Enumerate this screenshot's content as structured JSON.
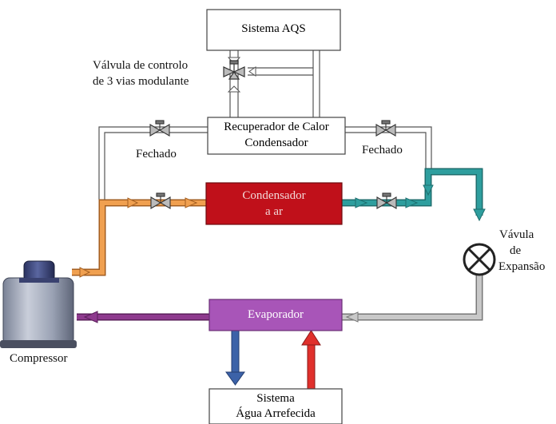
{
  "boxes": {
    "aqs": "Sistema AQS",
    "recuperador_line1": "Recuperador de Calor",
    "recuperador_line2": "Condensador",
    "condensador_line1": "Condensador",
    "condensador_line2": "a ar",
    "evaporador": "Evaporador",
    "agua_line1": "Sistema",
    "agua_line2": "Água Arrefecida"
  },
  "labels": {
    "valve3_line1": "Válvula de controlo",
    "valve3_line2": "de 3 vias modulante",
    "fechado_left": "Fechado",
    "fechado_right": "Fechado",
    "expansao_line1": "Vávula",
    "expansao_line2": "de",
    "expansao_line3": "Expansão",
    "compressor": "Compressor"
  },
  "colors": {
    "discharge": "#F0A050",
    "liquid": "#2E9E9E",
    "expansion_out": "#B8B8B8",
    "suction": "#8E3A8E",
    "condensador_fill": "#C0101A",
    "evaporador_fill": "#A855B8",
    "cold_return": "#3C62A8",
    "hot_supply": "#E0302C"
  }
}
